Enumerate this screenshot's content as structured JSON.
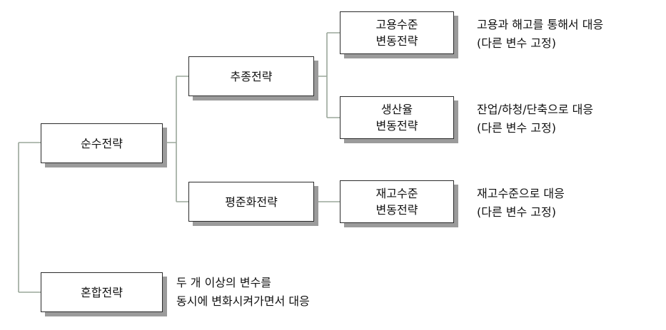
{
  "nodes": {
    "pure": {
      "label": "순수전략"
    },
    "chase": {
      "label": "추종전략"
    },
    "level": {
      "label": "평준화전략"
    },
    "mixed": {
      "label": "혼합전략"
    },
    "workforce": {
      "line1": "고용수준",
      "line2": "변동전략"
    },
    "production": {
      "line1": "생산율",
      "line2": "변동전략"
    },
    "inventory": {
      "line1": "재고수준",
      "line2": "변동전략"
    }
  },
  "notes": {
    "workforce": {
      "line1": "고용과 해고를 통해서 대응",
      "line2": "(다른 변수 고정)"
    },
    "production": {
      "line1": "잔업/하청/단축으로 대응",
      "line2": "(다른 변수 고정)"
    },
    "inventory": {
      "line1": "재고수준으로 대응",
      "line2": "(다른 변수 고정)"
    },
    "mixed": {
      "line1": "두 개 이상의 변수를",
      "line2": "동시에 변화시켜가면서 대응"
    }
  }
}
